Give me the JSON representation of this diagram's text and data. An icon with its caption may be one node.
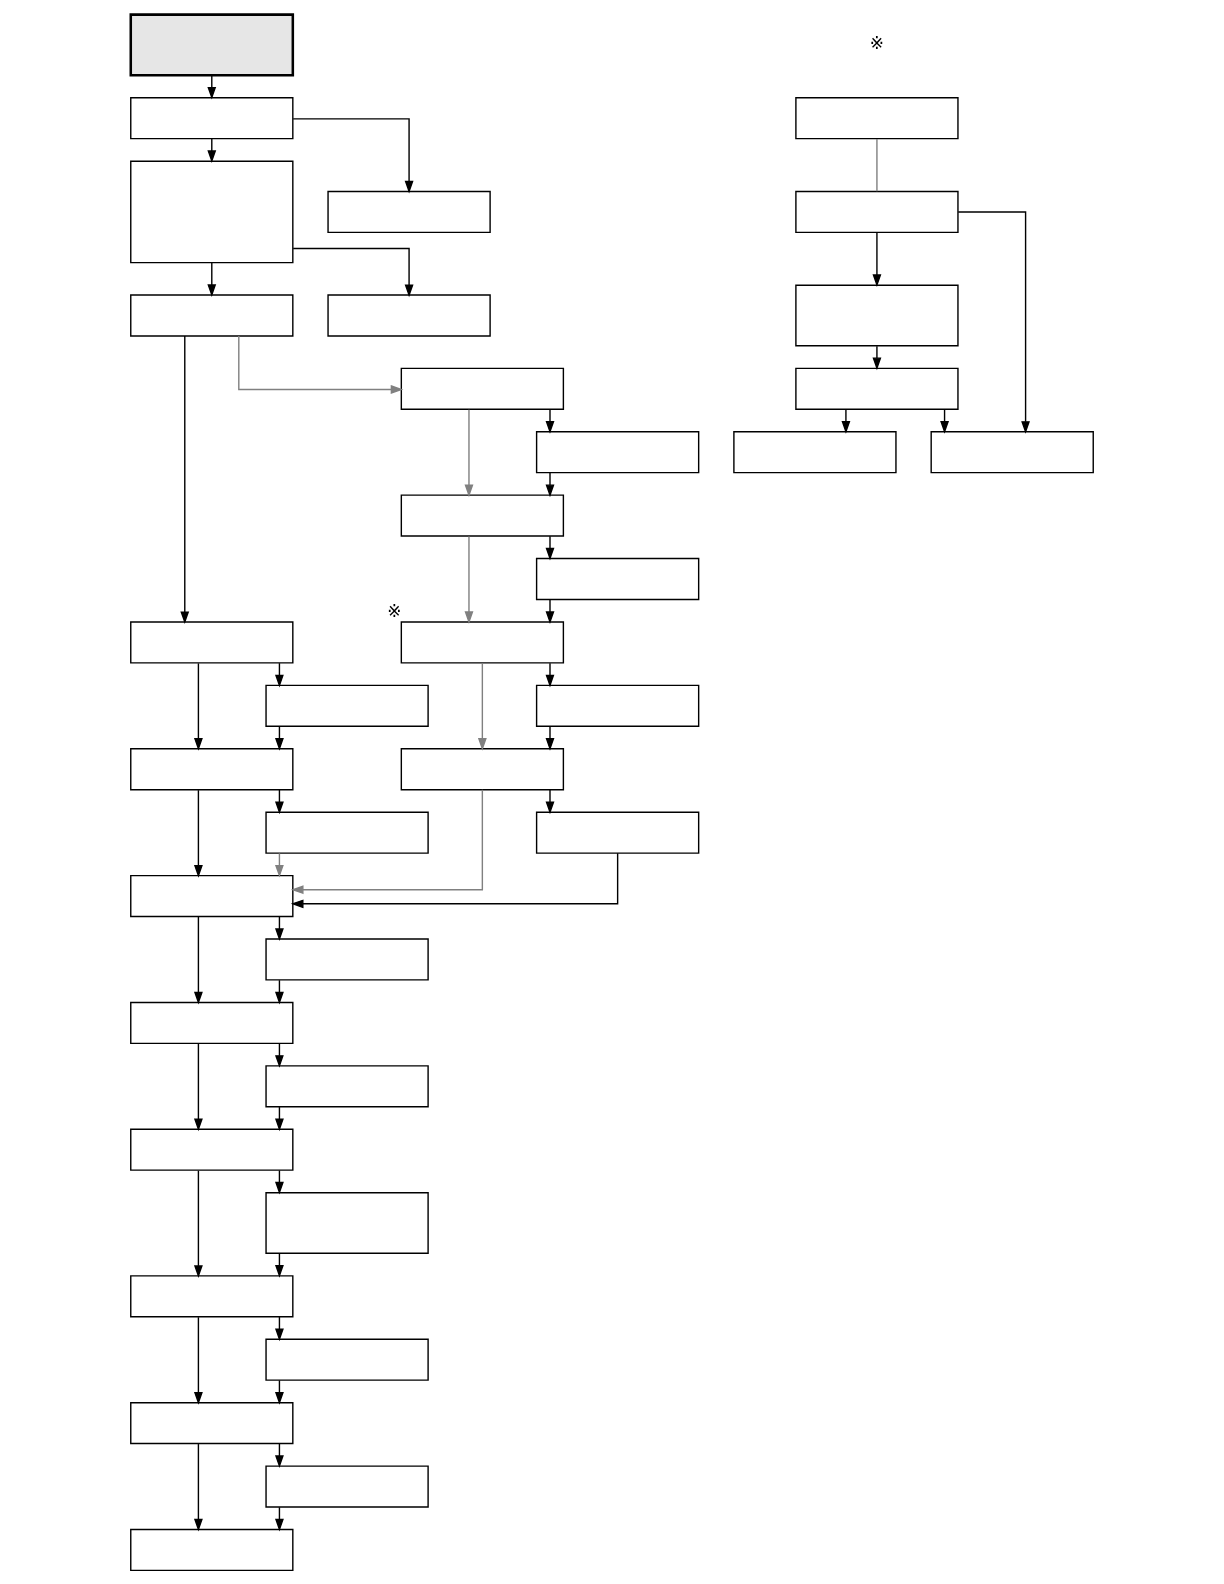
{
  "diagram": {
    "nodes": [
      {
        "text": [],
        "shape": "box"
      },
      {
        "text": [],
        "shape": "box"
      },
      {
        "text": [],
        "shape": "box"
      },
      {
        "text": [],
        "shape": "box"
      },
      {
        "text": [],
        "shape": "box"
      },
      {
        "text": [],
        "shape": "box"
      },
      {
        "text": [],
        "shape": "box"
      },
      {
        "text": [],
        "shape": "box"
      },
      {
        "text": [],
        "shape": "box"
      },
      {
        "text": [],
        "shape": "box"
      },
      {
        "text": [],
        "shape": "box"
      },
      {
        "text": [],
        "shape": "box"
      },
      {
        "text": [],
        "shape": "box"
      },
      {
        "text": [],
        "shape": "box"
      },
      {
        "text": [],
        "shape": "box",
        "beside": [
          "※"
        ]
      },
      {
        "text": [],
        "shape": "box"
      },
      {
        "text": [],
        "shape": "box"
      },
      {
        "text": [],
        "shape": "box"
      },
      {
        "text": [],
        "shape": "box"
      },
      {
        "text": [],
        "shape": "box"
      },
      {
        "text": [],
        "shape": "box"
      },
      {
        "text": [],
        "shape": "box"
      },
      {
        "text": [],
        "shape": "box"
      },
      {
        "text": [],
        "shape": "box"
      },
      {
        "text": [],
        "shape": "box"
      },
      {
        "text": [],
        "shape": "box"
      },
      {
        "text": [],
        "shape": "box"
      },
      {
        "text": [],
        "shape": "box"
      },
      {
        "text": [],
        "shape": "box"
      },
      {
        "text": [],
        "shape": "box"
      },
      {
        "text": [],
        "shape": "box"
      },
      {
        "text": [],
        "shape": "box"
      },
      {
        "text": [],
        "shape": "box"
      },
      {
        "text": [],
        "shape": "box"
      },
      {
        "text": [],
        "shape": "box"
      }
    ],
    "edges": [
      {
        "from": 0,
        "to": 1,
        "arrow": "to"
      },
      {
        "from": 1,
        "to": 3,
        "arrow": "to"
      },
      {
        "from": 1,
        "to": 2,
        "arrow": "to"
      },
      {
        "from": 3,
        "to": 5,
        "arrow": "to"
      },
      {
        "from": 3,
        "to": 4,
        "arrow": "to"
      },
      {
        "from": 5,
        "to": 6,
        "arrow": "to"
      },
      {
        "from": 5,
        "to": 10,
        "arrow": "to",
        "color": "#808080"
      },
      {
        "from": 6,
        "to": 8,
        "arrow": "to"
      },
      {
        "from": 6,
        "to": 7,
        "arrow": "to"
      },
      {
        "from": 7,
        "to": 8,
        "arrow": "to"
      },
      {
        "from": 8,
        "to": 18,
        "arrow": "to"
      },
      {
        "from": 8,
        "to": 9,
        "arrow": "to"
      },
      {
        "from": 9,
        "to": 18,
        "arrow": "to",
        "color": "#808080"
      },
      {
        "from": 10,
        "to": 12,
        "arrow": "to",
        "color": "#808080"
      },
      {
        "from": 10,
        "to": 11,
        "arrow": "to"
      },
      {
        "from": 11,
        "to": 12,
        "arrow": "to"
      },
      {
        "from": 12,
        "to": 14,
        "arrow": "to",
        "color": "#808080"
      },
      {
        "from": 12,
        "to": 13,
        "arrow": "to"
      },
      {
        "from": 13,
        "to": 14,
        "arrow": "to"
      },
      {
        "from": 14,
        "to": 16,
        "arrow": "to",
        "color": "#808080"
      },
      {
        "from": 14,
        "to": 15,
        "arrow": "to"
      },
      {
        "from": 15,
        "to": 16,
        "arrow": "to"
      },
      {
        "from": 16,
        "to": 18,
        "arrow": "to",
        "color": "#808080"
      },
      {
        "from": 16,
        "to": 17,
        "arrow": "to"
      },
      {
        "from": 17,
        "to": 18,
        "arrow": "to"
      },
      {
        "from": 18,
        "to": 20,
        "arrow": "to"
      },
      {
        "from": 18,
        "to": 19,
        "arrow": "to"
      },
      {
        "from": 19,
        "to": 20,
        "arrow": "to"
      },
      {
        "from": 20,
        "to": 22,
        "arrow": "to"
      },
      {
        "from": 20,
        "to": 21,
        "arrow": "to"
      },
      {
        "from": 21,
        "to": 22,
        "arrow": "to"
      },
      {
        "from": 22,
        "to": 24,
        "arrow": "to"
      },
      {
        "from": 22,
        "to": 23,
        "arrow": "to"
      },
      {
        "from": 23,
        "to": 24,
        "arrow": "to"
      },
      {
        "from": 24,
        "to": 26,
        "arrow": "to"
      },
      {
        "from": 24,
        "to": 25,
        "arrow": "to"
      },
      {
        "from": 25,
        "to": 26,
        "arrow": "to"
      },
      {
        "from": 26,
        "to": 28,
        "arrow": "to"
      },
      {
        "from": 26,
        "to": 27,
        "arrow": "to"
      },
      {
        "from": 27,
        "to": 28,
        "arrow": "to"
      },
      {
        "from": 29,
        "to": 30,
        "arrow": "none",
        "color": "#808080"
      },
      {
        "from": 30,
        "to": 31,
        "arrow": "to"
      },
      {
        "from": 30,
        "to": 34,
        "arrow": "to"
      },
      {
        "from": 31,
        "to": 32,
        "arrow": "to"
      },
      {
        "from": 32,
        "to": 33,
        "arrow": "to"
      },
      {
        "from": 32,
        "to": 34,
        "arrow": "to"
      }
    ],
    "labels": [
      "※"
    ]
  }
}
